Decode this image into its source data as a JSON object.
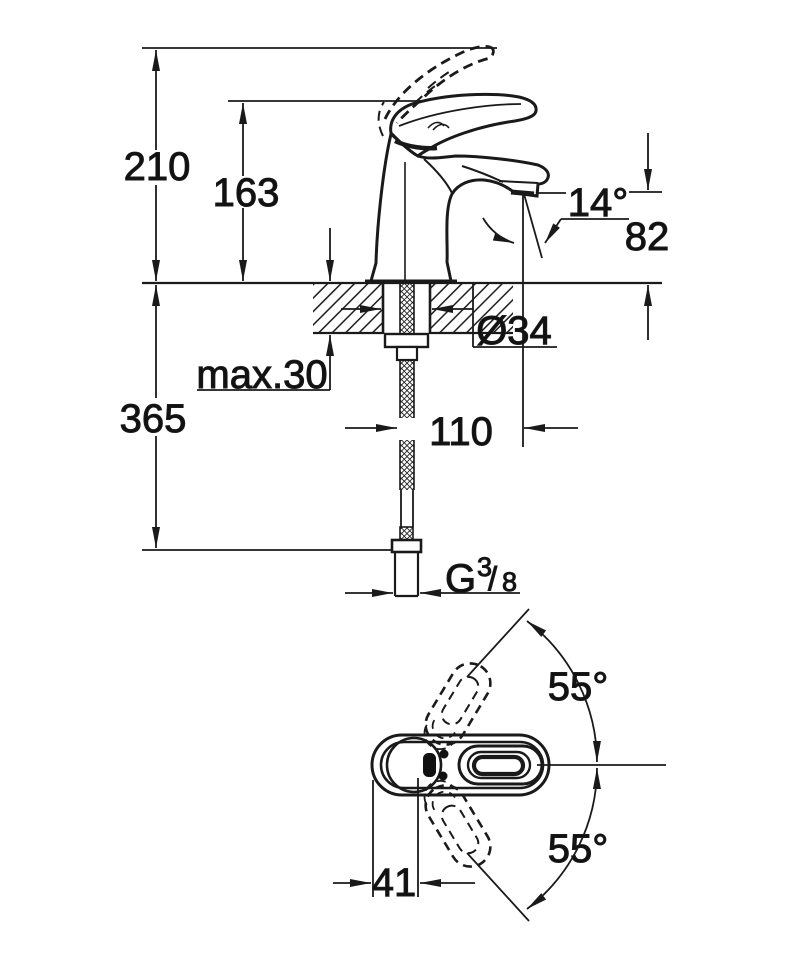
{
  "drawing": {
    "type": "technical-dimension-drawing",
    "subject": "single-lever basin mixer faucet, side elevation and plan view",
    "colors": {
      "background": "#ffffff",
      "line": "#1a1a1a",
      "text": "#111111"
    },
    "side_view": {
      "overall_height": "210",
      "handle_height": "163",
      "spout_angle": "14°",
      "spout_height": "82",
      "hole_diameter": "Ø34",
      "max_deck_thickness": "max.30",
      "hose_length": "365",
      "spout_reach": "110",
      "thread": {
        "g": "G",
        "numerator": "3",
        "slash": "/",
        "denominator": "8"
      }
    },
    "top_view": {
      "swing_upper": "55°",
      "swing_lower": "55°",
      "lever_offset": "41"
    }
  }
}
